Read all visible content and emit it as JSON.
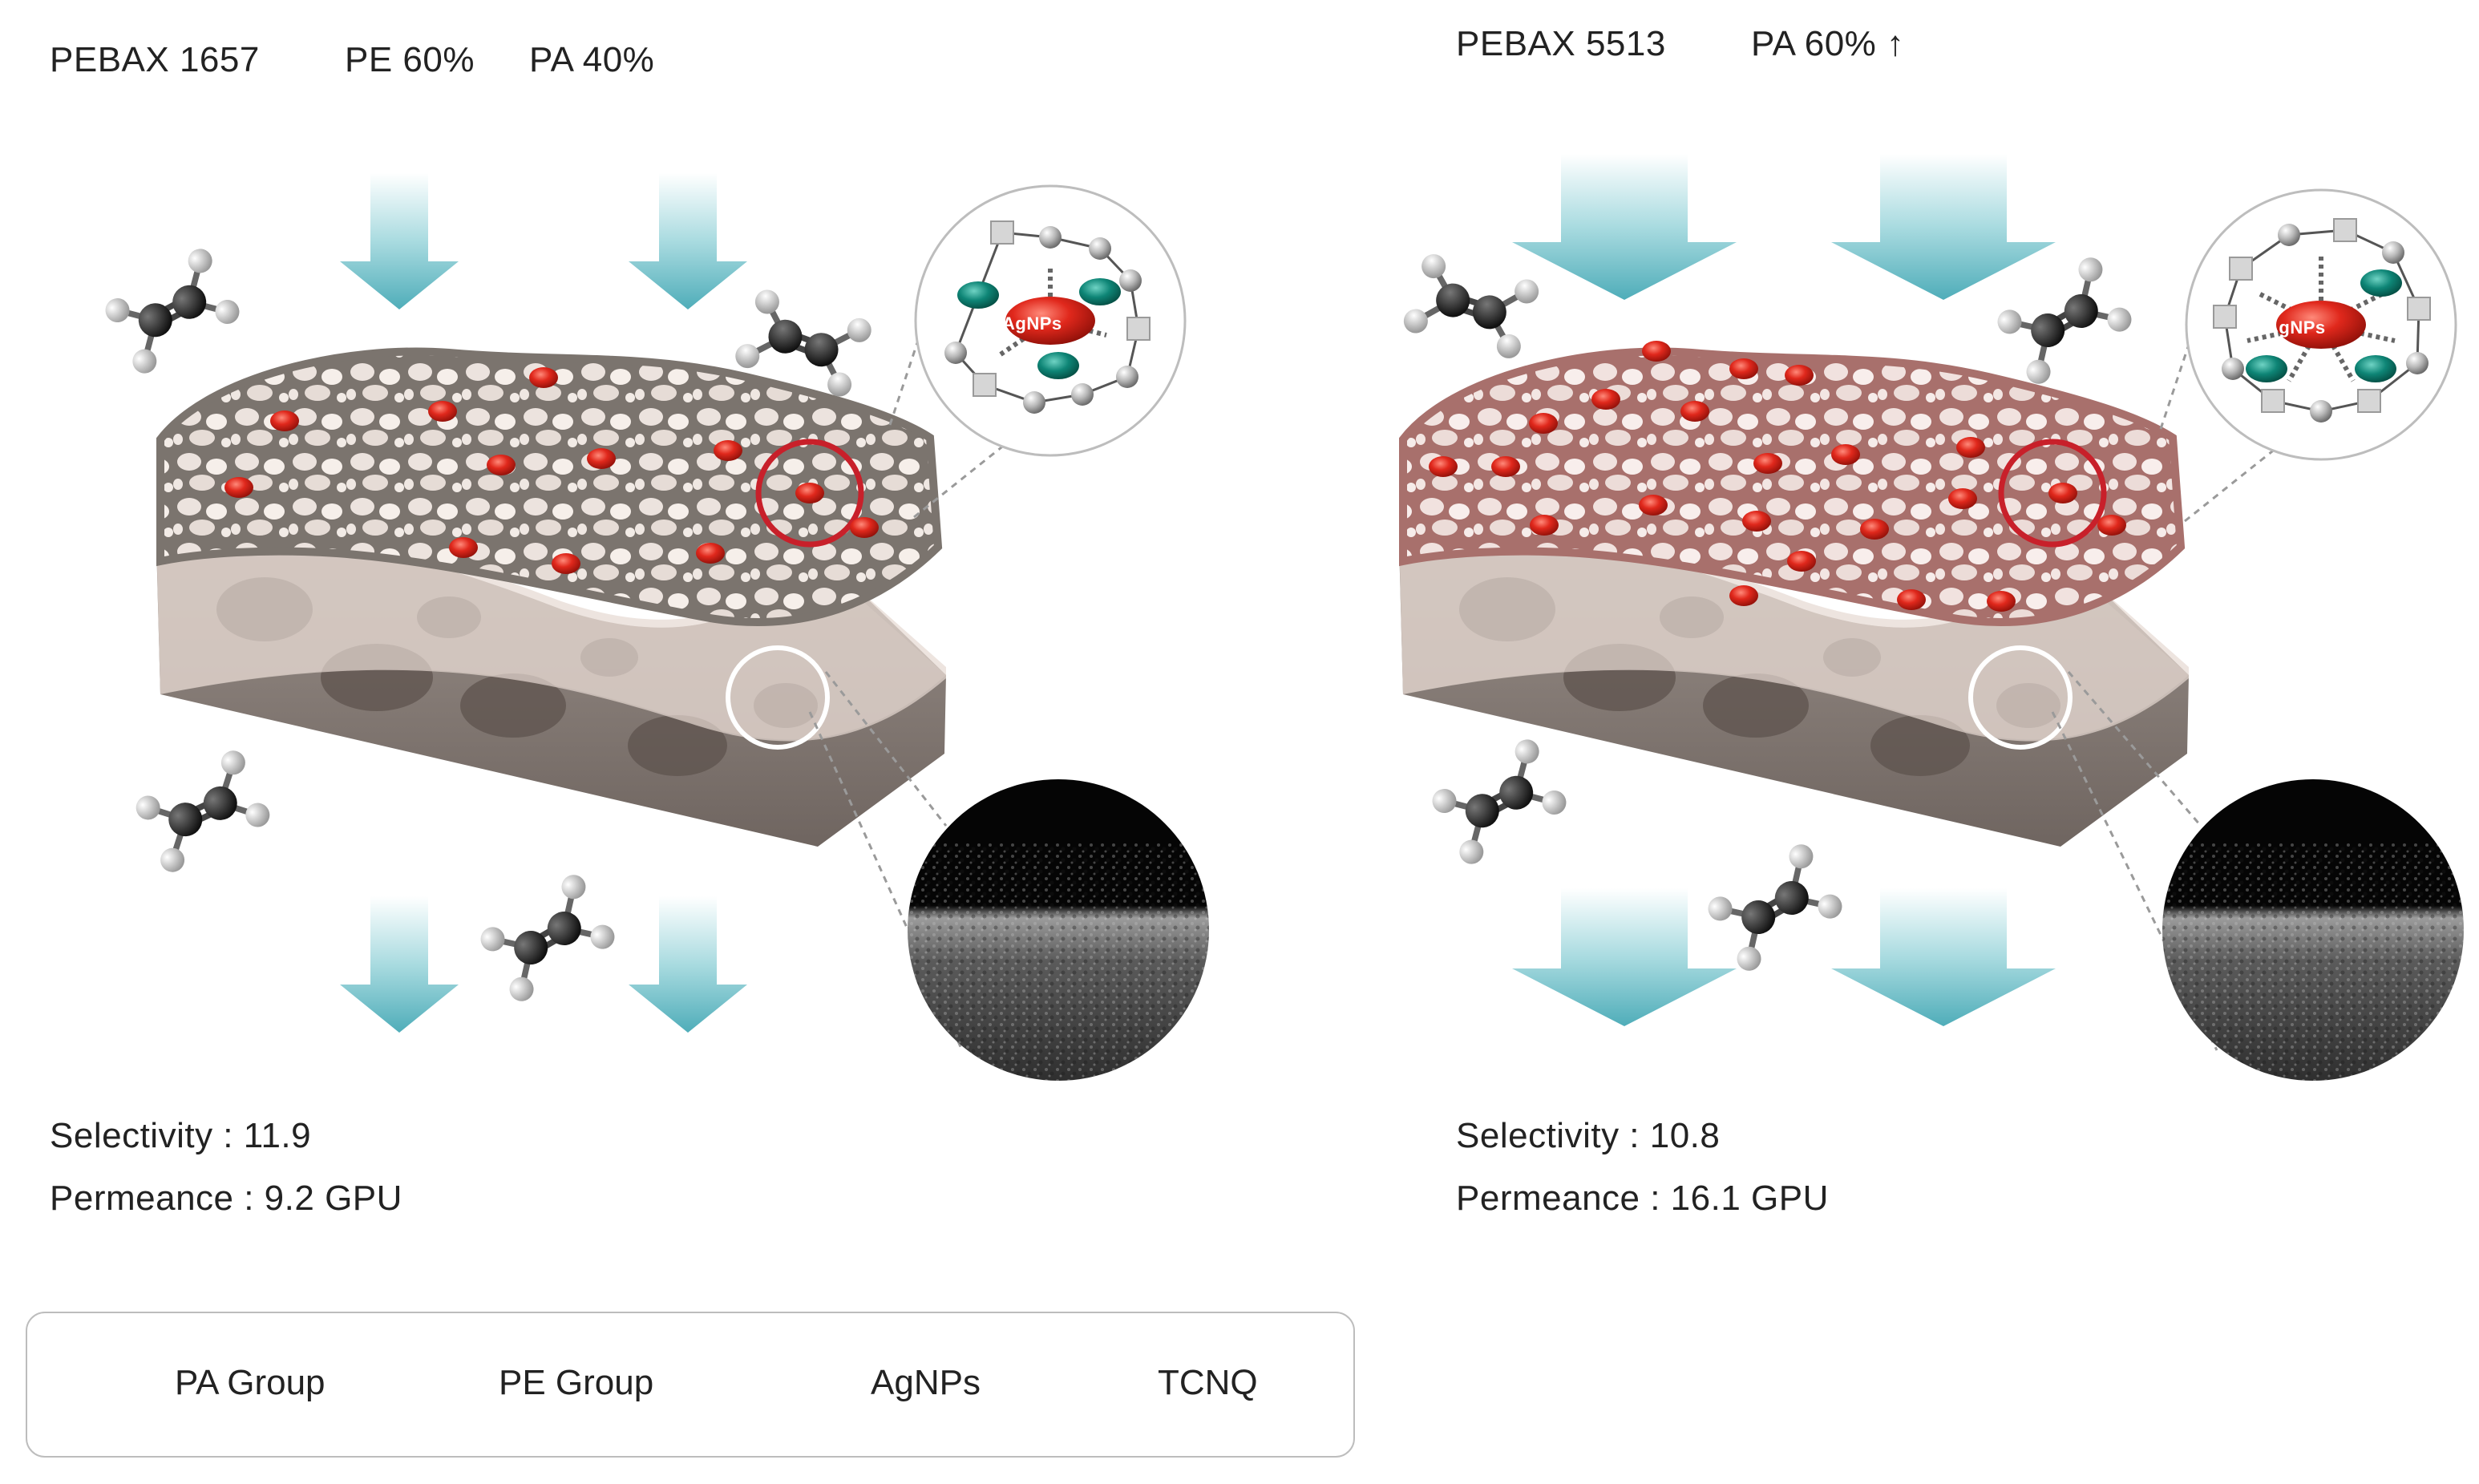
{
  "left_panel": {
    "label_grade": "PEBAX 1657",
    "label_pe": "PE 60%",
    "label_pa": "PA 40%",
    "selectivity": "Selectivity : 11.9",
    "permeance": "Permeance : 9.2 GPU",
    "zoom_label": "AgNPs",
    "network_color": "#7b746e"
  },
  "right_panel": {
    "label_grade": "PEBAX 5513",
    "label_pa": "PA 60% ↑",
    "selectivity": "Selectivity : 10.8",
    "permeance": "Permeance : 16.1 GPU",
    "zoom_label": "AgNPs",
    "network_color": "#a8706c"
  },
  "legend": {
    "pa_group": "PA Group",
    "pe_group": "PE Group",
    "agnps": "AgNPs",
    "tcnq": "TCNQ"
  },
  "colors": {
    "arrow": "#5fb6c0",
    "agnp": "#d9241a",
    "tcnq": "#0e7f72",
    "highlight_ring": "#c8202a",
    "support": "#857a74"
  }
}
